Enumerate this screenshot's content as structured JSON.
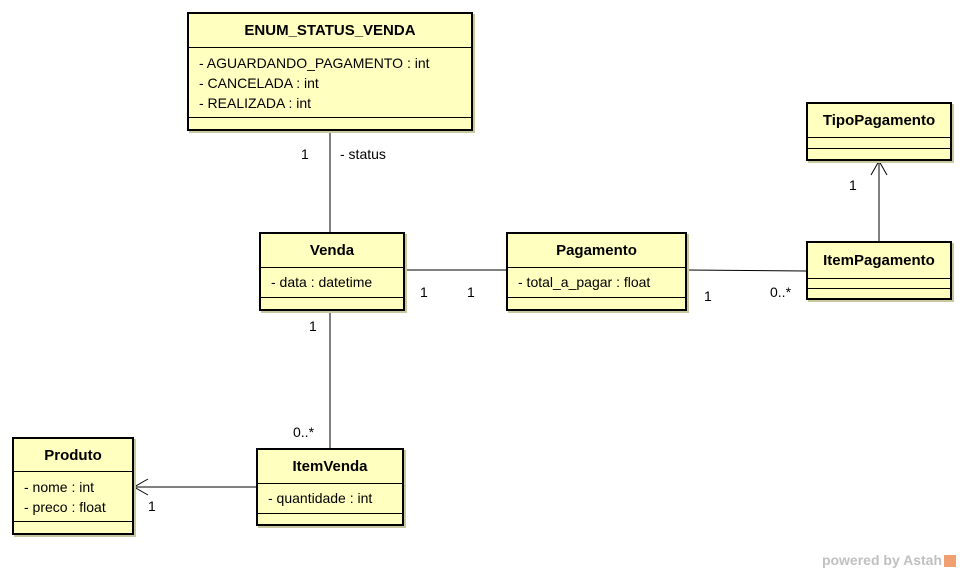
{
  "classes": {
    "enum_status_venda": {
      "name": "ENUM_STATUS_VENDA",
      "attrs": [
        "- AGUARDANDO_PAGAMENTO : int",
        "- CANCELADA : int",
        "- REALIZADA : int"
      ]
    },
    "venda": {
      "name": "Venda",
      "attrs": [
        "- data : datetime"
      ]
    },
    "pagamento": {
      "name": "Pagamento",
      "attrs": [
        "- total_a_pagar : float"
      ]
    },
    "tipo_pagamento": {
      "name": "TipoPagamento",
      "attrs": []
    },
    "item_pagamento": {
      "name": "ItemPagamento",
      "attrs": []
    },
    "produto": {
      "name": "Produto",
      "attrs": [
        "- nome : int",
        "- preco : float"
      ]
    },
    "item_venda": {
      "name": "ItemVenda",
      "attrs": [
        "- quantidade : int"
      ]
    }
  },
  "associations": {
    "venda_status": {
      "mult": "1",
      "role": "- status"
    },
    "venda_pagamento": {
      "mult_venda": "1",
      "mult_pagamento": "1"
    },
    "pagamento_itempagamento": {
      "mult_pagamento": "1",
      "mult_item": "0..*"
    },
    "itempagamento_tipopagamento": {
      "mult": "1"
    },
    "venda_itemvenda": {
      "mult_venda": "1",
      "mult_item": "0..*"
    },
    "itemvenda_produto": {
      "mult": "1"
    }
  },
  "watermark": {
    "text": "powered by Astah"
  }
}
